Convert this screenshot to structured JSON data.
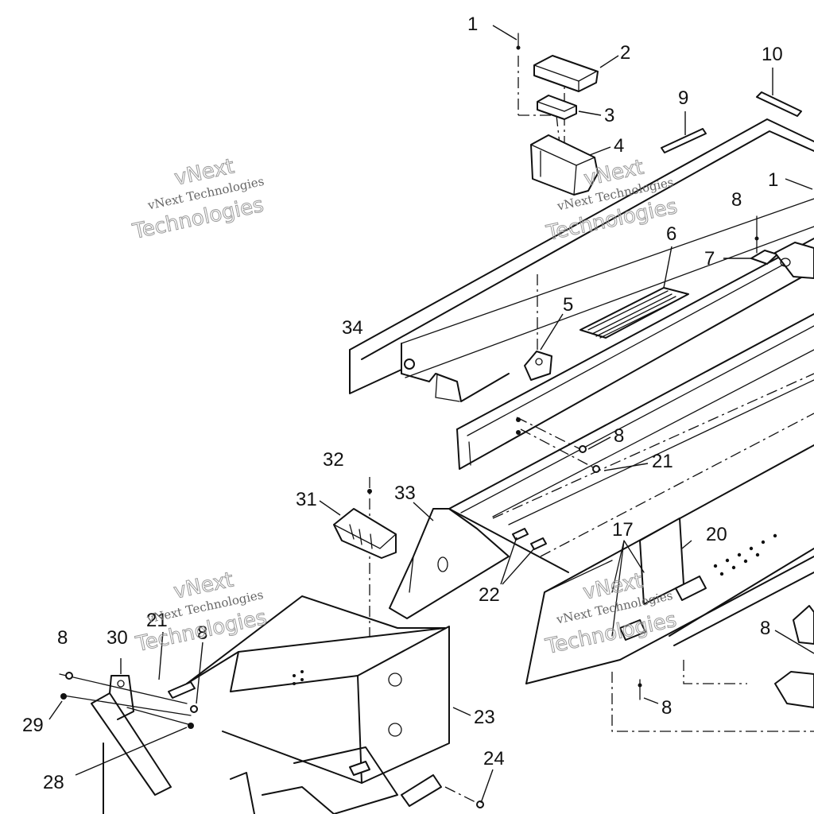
{
  "watermark": {
    "line1": "vNext",
    "line2": "vNext Technologies",
    "line3": "Technologies"
  },
  "callouts": [
    {
      "id": "c1a",
      "label": "1"
    },
    {
      "id": "c2",
      "label": "2"
    },
    {
      "id": "c3",
      "label": "3"
    },
    {
      "id": "c4",
      "label": "4"
    },
    {
      "id": "c10",
      "label": "10"
    },
    {
      "id": "c9",
      "label": "9"
    },
    {
      "id": "c1b",
      "label": "1"
    },
    {
      "id": "c8a",
      "label": "8"
    },
    {
      "id": "c6",
      "label": "6"
    },
    {
      "id": "c7",
      "label": "7"
    },
    {
      "id": "c5",
      "label": "5"
    },
    {
      "id": "c34",
      "label": "34"
    },
    {
      "id": "c8b",
      "label": "8"
    },
    {
      "id": "c21a",
      "label": "21"
    },
    {
      "id": "c32",
      "label": "32"
    },
    {
      "id": "c31",
      "label": "31"
    },
    {
      "id": "c33",
      "label": "33"
    },
    {
      "id": "c17",
      "label": "17"
    },
    {
      "id": "c20",
      "label": "20"
    },
    {
      "id": "c22",
      "label": "22"
    },
    {
      "id": "c8c",
      "label": "8"
    },
    {
      "id": "c8d",
      "label": "8"
    },
    {
      "id": "c23",
      "label": "23"
    },
    {
      "id": "c24",
      "label": "24"
    },
    {
      "id": "c8e",
      "label": "8"
    },
    {
      "id": "c30",
      "label": "30"
    },
    {
      "id": "c21b",
      "label": "21"
    },
    {
      "id": "c8f",
      "label": "8"
    },
    {
      "id": "c29",
      "label": "29"
    },
    {
      "id": "c28",
      "label": "28"
    }
  ]
}
